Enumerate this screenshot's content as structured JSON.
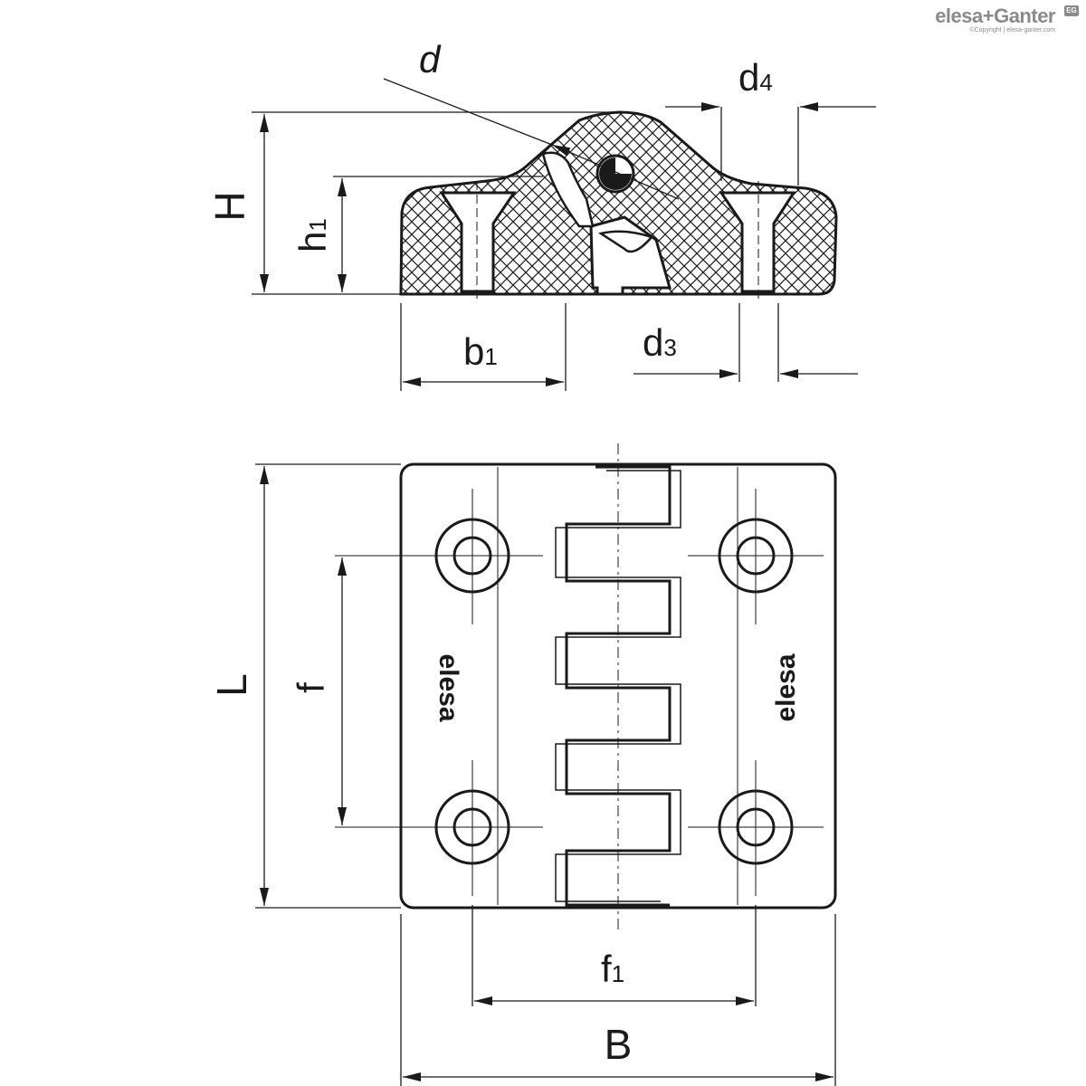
{
  "brand": {
    "name": "elesa+Ganter",
    "copyright": "©Copyright | elesa-ganter.com",
    "badge": "EG"
  },
  "logo_text": "elesa",
  "labels": {
    "d": "d",
    "d4_main": "d",
    "d4_sub": "4",
    "H": "H",
    "h1_main": "h",
    "h1_sub": "1",
    "b1_main": "b",
    "b1_sub": "1",
    "d3_main": "d",
    "d3_sub": "3",
    "L": "L",
    "f": "f",
    "f1_main": "f",
    "f1_sub": "1",
    "B": "B"
  },
  "colors": {
    "line": "#1a1a1a",
    "brand": "#8a8a8a"
  }
}
